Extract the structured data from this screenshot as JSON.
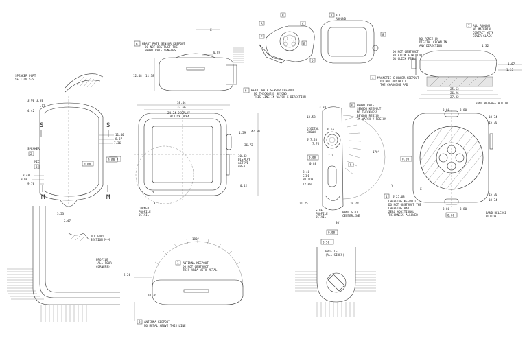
{
  "top_left": {
    "speaker_port": [
      "SPEAKER PORT",
      "SECTION S-S"
    ],
    "hr_note_num": "6",
    "hr_keepout": [
      "HEART RATE SENSOR KEEPOUT",
      "DO NOT OBSTRUCT THE",
      "HEART RATE SENSORS"
    ],
    "dim_1248": "12.48",
    "dim_1138": "11.38",
    "dim_089": "0.89",
    "x_label": "X",
    "hr_note_num2": "6",
    "hr_keepout2": [
      "HEART RATE SENSOR KEEPOUT",
      "NO THICKNESS BEYOND",
      "THIS LINE IN WATCH X DIRECTION"
    ]
  },
  "perspective": {
    "tag_a": "A",
    "tag_b": "B",
    "tag_c": "C",
    "tag_d": "D",
    "tag_e": "E",
    "tag_f": "F",
    "tag_7": "7",
    "all_around": [
      "ALL",
      "AROUND"
    ],
    "tag_8": "8"
  },
  "top_right": {
    "crown_note": [
      "NO FORCE ON",
      "DIGITAL CROWN IN",
      "ANY DIRECTION"
    ],
    "crown_note2": [
      "DO NOT OBSTRUCT",
      "ROTATION FUNCTION",
      "OR CLICK FEEL"
    ],
    "dim_132": "1.32",
    "tag_7": "7",
    "all_around": [
      "ALL AROUND",
      "NO MATERIAL",
      "CONTACT WITH",
      "COVER GLASS"
    ],
    "dim_167": "1.67",
    "dim_135": "1.35",
    "tag_4": "4",
    "charger_keepout": [
      "MAGNETIC CHARGER KEEPOUT",
      "DO NOT OBSTRUCT",
      "THE CHARGING PAD"
    ],
    "dim_2563": "25.63",
    "dim_2626": "26.26",
    "dim_2782": "27.82"
  },
  "left_side": {
    "dim_390": "3.90",
    "dim_380": "3.80",
    "dim_17": ".17",
    "dim_442": "4.42",
    "s_label": "S",
    "dim_1140": "11.40",
    "dim_837": "8.37",
    "dim_736": "7.36",
    "speaker": "SPEAKER",
    "tag_2": "2",
    "mic": "MIC",
    "tag_3": "3",
    "dim_000": "0.00",
    "dim_840": "8.40",
    "dim_900": "9.00",
    "dim_970": "9.70",
    "m_label": "M",
    "dim_353": "3.53",
    "dim_247": "2.47"
  },
  "front": {
    "dim_3844": "38.44",
    "dim_3266": "32.66",
    "dim_2434": "24.34 DISPLAY",
    "active_area": "ACTIVE AREA",
    "dim_4250": "42.50",
    "dim_3672": "36.72",
    "dim_3042": "30.42",
    "display_active": [
      "DISPLAY",
      "ACTIVE",
      "AREA"
    ],
    "dim_159": "1.59",
    "dim_042": "0.42",
    "dim_000": "0.00",
    "corner_profile": [
      "CORNER",
      "PROFILE",
      "DETAIL"
    ],
    "x": "X",
    "y": "Y"
  },
  "crown_side": {
    "dim_388": "3.88",
    "dim_1358": "13.58",
    "digital_crown": [
      "DIGITAL",
      "CROWN"
    ],
    "dim_655": "6.55",
    "dia_720": "Ø 7.20",
    "dim_776": "7.76",
    "dim_000": "0.00",
    "dim_880": "0.88",
    "dim_22": "2.2",
    "side_button": [
      "SIDE",
      "BUTTON"
    ],
    "dim_840": "8.40",
    "dim_1209": "12.09",
    "dim_2125": "21.25",
    "dim_2028": "20.28",
    "side_profile": [
      "SIDE",
      "PROFILE",
      "DETAIL"
    ],
    "band_slot": [
      "BAND SLOT",
      "CENTERLINE"
    ],
    "angle_30": "30°",
    "angle_170": "170°",
    "tag_5": "5",
    "hr_note": [
      "HEART RATE",
      "SENSOR KEEPOUT",
      "NO THICKNESS",
      "BEYOND REGION",
      "IN WATCH Y REGION"
    ],
    "tag_6": "6",
    "dim_000b": "0.00"
  },
  "back": {
    "dim_380a": "3.80",
    "dim_380b": "3.80",
    "band_release": "BAND RELEASE BUTTON",
    "dim_1874": "18.74",
    "dim_1570": "15.70",
    "dim_000": "0.00",
    "dim_1570b": "15.70",
    "dim_1874b": "18.74",
    "dim_380c": "3.80",
    "dim_380d": "3.80",
    "dim_000b": "0.00",
    "band_release2": [
      "BAND RELEASE",
      "BUTTON"
    ],
    "tag_4": "4",
    "dia": "Ø 25.68",
    "charging_keepout": [
      "CHARGING KEEPOUT",
      "DO NOT OBSTRUCT THE",
      "CHARGING PAD",
      "ZERO ADDITIONAL",
      "THICKNESS ALLOWED"
    ],
    "x": "X",
    "y": "Y"
  },
  "bottom": {
    "mic_port": [
      "MIC PORT",
      "SECTION M-M"
    ],
    "profile": [
      "PROFILE",
      "(ALL FOUR",
      "CORNERS)"
    ],
    "angle_180": "180°",
    "tag_1": "1",
    "antenna_keepout": [
      "ANTENNA KEEPOUT",
      "DO NOT OBSTRUCT",
      "THIS AREA WITH METAL"
    ],
    "dim_220": "2.20",
    "dim_1026": "10.26",
    "tag_2": "2",
    "antenna_keepout2": [
      "ANTENNA KEEPOUT",
      "NO METAL ABOVE THIS LINE"
    ],
    "dim_050": "0.50",
    "profile_sides": [
      "PROFILE",
      "(ALL SIDES)"
    ]
  }
}
